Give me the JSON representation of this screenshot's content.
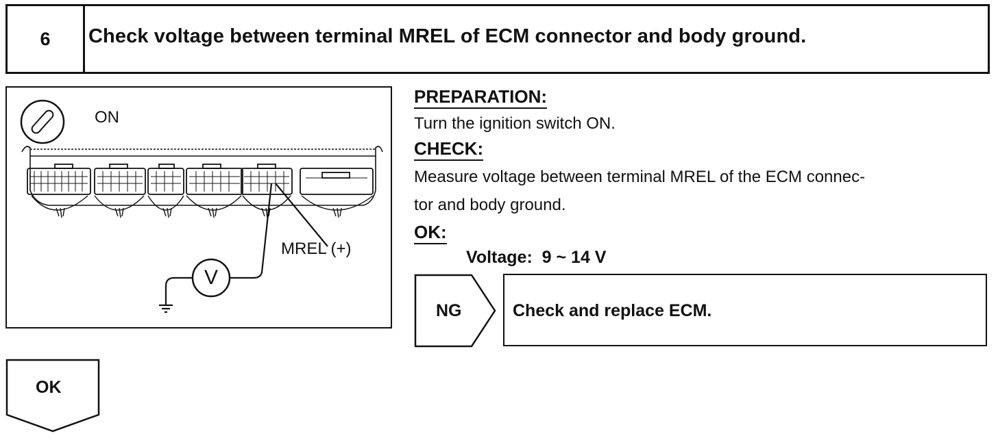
{
  "step": {
    "number": "6",
    "title": "Check voltage between terminal MREL of ECM connector and body ground."
  },
  "figure": {
    "ignition_label": "ON",
    "terminal_label": "MREL (+)",
    "meter_symbol": "V"
  },
  "procedure": {
    "preparation_heading": "PREPARATION:",
    "preparation_text": "Turn the ignition switch ON.",
    "check_heading": "CHECK:",
    "check_text_line1": "Measure voltage between terminal MREL of the ECM connec-",
    "check_text_line2": "tor and body ground.",
    "ok_heading": "OK:",
    "ok_spec": "Voltage:  9 ~ 14 V"
  },
  "ng_result": {
    "label": "NG",
    "action": "Check and replace ECM."
  },
  "ok_result": {
    "label": "OK"
  }
}
